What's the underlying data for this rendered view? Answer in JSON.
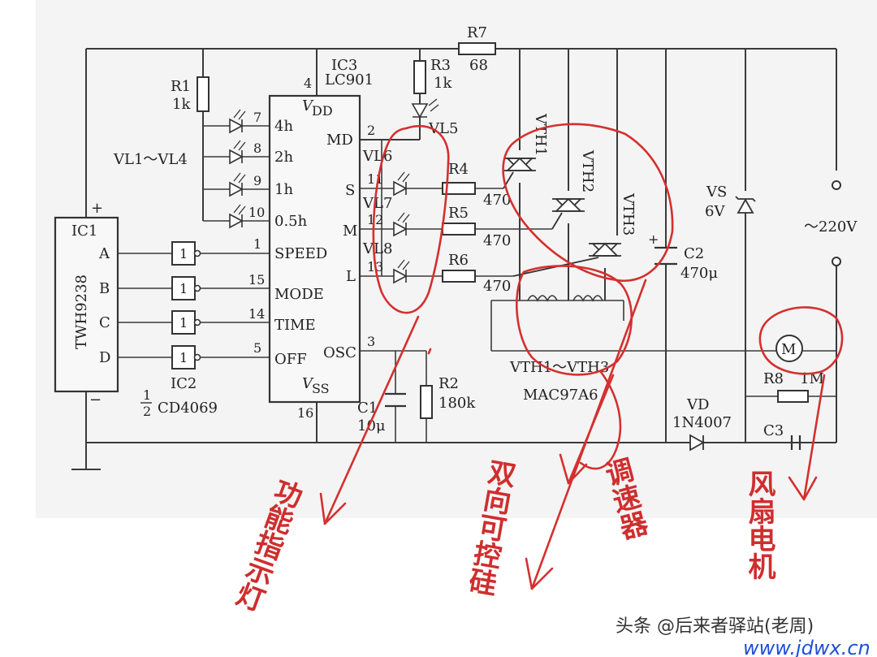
{
  "components": {
    "ic1": {
      "name": "IC1",
      "part": "TWH9238",
      "pins": [
        "A",
        "B",
        "C",
        "D"
      ],
      "plus": "+",
      "minus": "−"
    },
    "ic2": {
      "name": "IC2",
      "half": "1",
      "half_den": "2",
      "part": "CD4069"
    },
    "ic3": {
      "name": "IC3",
      "part": "LC901",
      "vdd_pin": "4",
      "vss_pin": "16",
      "vdd": "V",
      "vdd_sub": "DD",
      "vss": "V",
      "vss_sub": "SS",
      "left_pins": [
        {
          "num": "1",
          "label": "SPEED"
        },
        {
          "num": "15",
          "label": "MODE"
        },
        {
          "num": "14",
          "label": "TIME"
        },
        {
          "num": "5",
          "label": "OFF"
        }
      ],
      "timer_pins": [
        {
          "num": "7",
          "label": "4h"
        },
        {
          "num": "8",
          "label": "2h"
        },
        {
          "num": "9",
          "label": "1h"
        },
        {
          "num": "10",
          "label": "0.5h"
        }
      ],
      "right_pins": [
        {
          "num": "2",
          "label": "MD"
        },
        {
          "num": "11",
          "label": "S"
        },
        {
          "num": "12",
          "label": "M"
        },
        {
          "num": "13",
          "label": "L"
        },
        {
          "num": "3",
          "label": "OSC"
        }
      ]
    },
    "r1": {
      "name": "R1",
      "value": "1k"
    },
    "r2": {
      "name": "R2",
      "value": "180k"
    },
    "r3": {
      "name": "R3",
      "value": "1k"
    },
    "r4": {
      "name": "R4",
      "value": "470"
    },
    "r5": {
      "name": "R5",
      "value": "470"
    },
    "r6": {
      "name": "R6",
      "value": "470"
    },
    "r7": {
      "name": "R7",
      "value": "68"
    },
    "r8": {
      "name": "R8",
      "value": "1M"
    },
    "c1": {
      "name": "C1",
      "value": "10μ"
    },
    "c2": {
      "name": "C2",
      "value": "470μ"
    },
    "c3": {
      "name": "C3"
    },
    "vl_group": "VL1～VL4",
    "vl5": "VL5",
    "vl6": "VL6",
    "vl7": "VL7",
    "vl8": "VL8",
    "triacs": {
      "vth1": "VTH1",
      "vth2": "VTH2",
      "vth3": "VTH3",
      "group": "VTH1～VTH3",
      "part": "MAC97A6"
    },
    "vs": {
      "name": "VS",
      "value": "6V"
    },
    "vd": {
      "name": "VD",
      "part": "1N4007"
    },
    "mains": "～220V",
    "motor": "M"
  },
  "annotations": {
    "indicator": "功能指示灯",
    "triac": "双向可控硅",
    "speed": "调速器",
    "fan": "风扇电机"
  },
  "watermark": {
    "source": "头条 @后来者驿站(老周)",
    "site": "www.jdwx.cn"
  },
  "colors": {
    "annotation": "#d4302f",
    "wire": "#3a3a3a",
    "site": "#1e4fd8"
  }
}
